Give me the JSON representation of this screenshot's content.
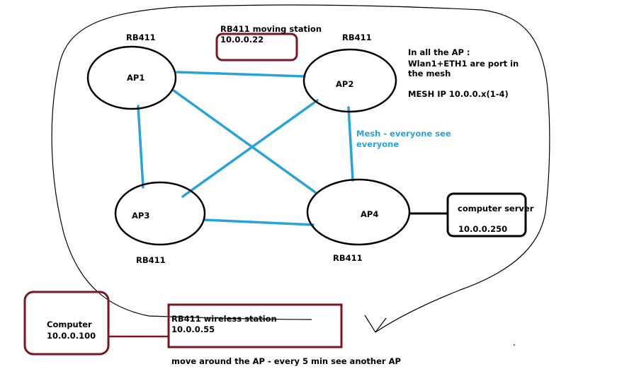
{
  "colors": {
    "mesh_link": "#27a3d9",
    "box_border": "#7a1620",
    "outline": "#000000"
  },
  "nodes": {
    "ap1": {
      "name": "AP1",
      "device": "RB411"
    },
    "ap2": {
      "name": "AP2",
      "device": "RB411"
    },
    "ap3": {
      "name": "AP3",
      "device": "RB411"
    },
    "ap4": {
      "name": "AP4",
      "device": "RB411"
    }
  },
  "moving_station": {
    "title": "RB411 moving station",
    "ip": "10.0.0.22"
  },
  "notes": {
    "line1": "In all the AP :",
    "line2": "Wlan1+ETH1 are port in",
    "line3": "the mesh",
    "line4": "MESH IP 10.0.0.x(1-4)"
  },
  "mesh_label": {
    "line1": "Mesh - everyone see",
    "line2": "everyone"
  },
  "server": {
    "title": "computer server",
    "ip": "10.0.0.250"
  },
  "computer": {
    "title": "Computer",
    "ip": "10.0.0.100"
  },
  "wireless_station": {
    "title": "RB411  wireless station",
    "ip": "10.0.0.55"
  },
  "footer_note": "move around the AP - every 5 min see another AP"
}
